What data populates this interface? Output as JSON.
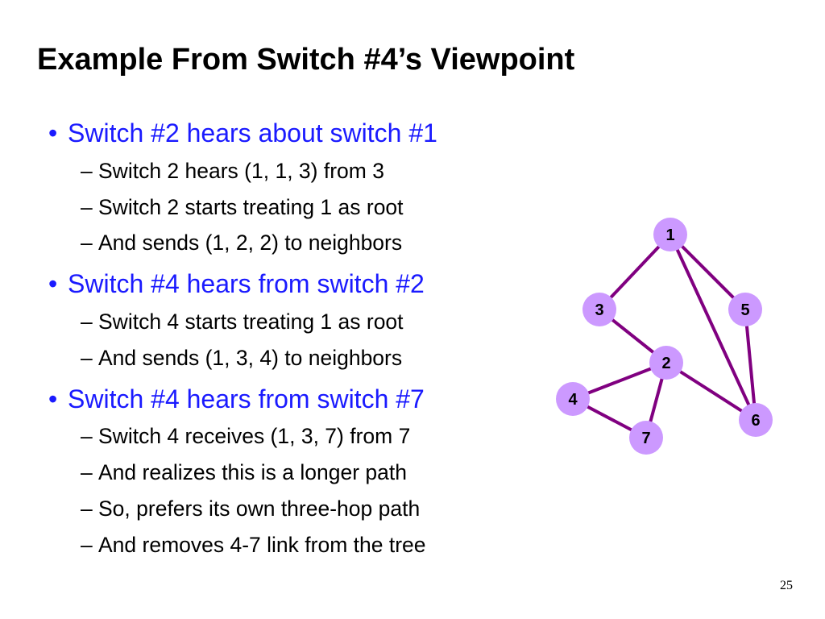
{
  "slide": {
    "title": "Example From Switch #4’s Viewpoint",
    "page_number": "25"
  },
  "bullets": [
    {
      "text": "Switch #2 hears about switch #1",
      "subs": [
        "Switch 2 hears (1, 1, 3) from 3",
        "Switch 2 starts treating 1 as root",
        "And sends (1, 2, 2) to neighbors"
      ]
    },
    {
      "text": "Switch #4 hears from switch #2",
      "subs": [
        "Switch 4 starts treating 1 as root",
        "And sends (1, 3, 4) to neighbors"
      ]
    },
    {
      "text": "Switch #4 hears from switch #7",
      "subs": [
        "Switch 4 receives (1, 3, 7) from 7",
        "And realizes this is a longer path",
        "So, prefers its own three-hop path",
        "And removes 4-7 link from the tree"
      ]
    }
  ],
  "graph": {
    "nodes": [
      "1",
      "2",
      "3",
      "4",
      "5",
      "6",
      "7"
    ],
    "edges": [
      [
        "1",
        "3"
      ],
      [
        "1",
        "5"
      ],
      [
        "1",
        "6"
      ],
      [
        "3",
        "2"
      ],
      [
        "5",
        "6"
      ],
      [
        "2",
        "4"
      ],
      [
        "2",
        "7"
      ],
      [
        "2",
        "6"
      ],
      [
        "4",
        "7"
      ]
    ],
    "colors": {
      "node_fill": "#cc99ff",
      "edge": "#800080"
    }
  }
}
